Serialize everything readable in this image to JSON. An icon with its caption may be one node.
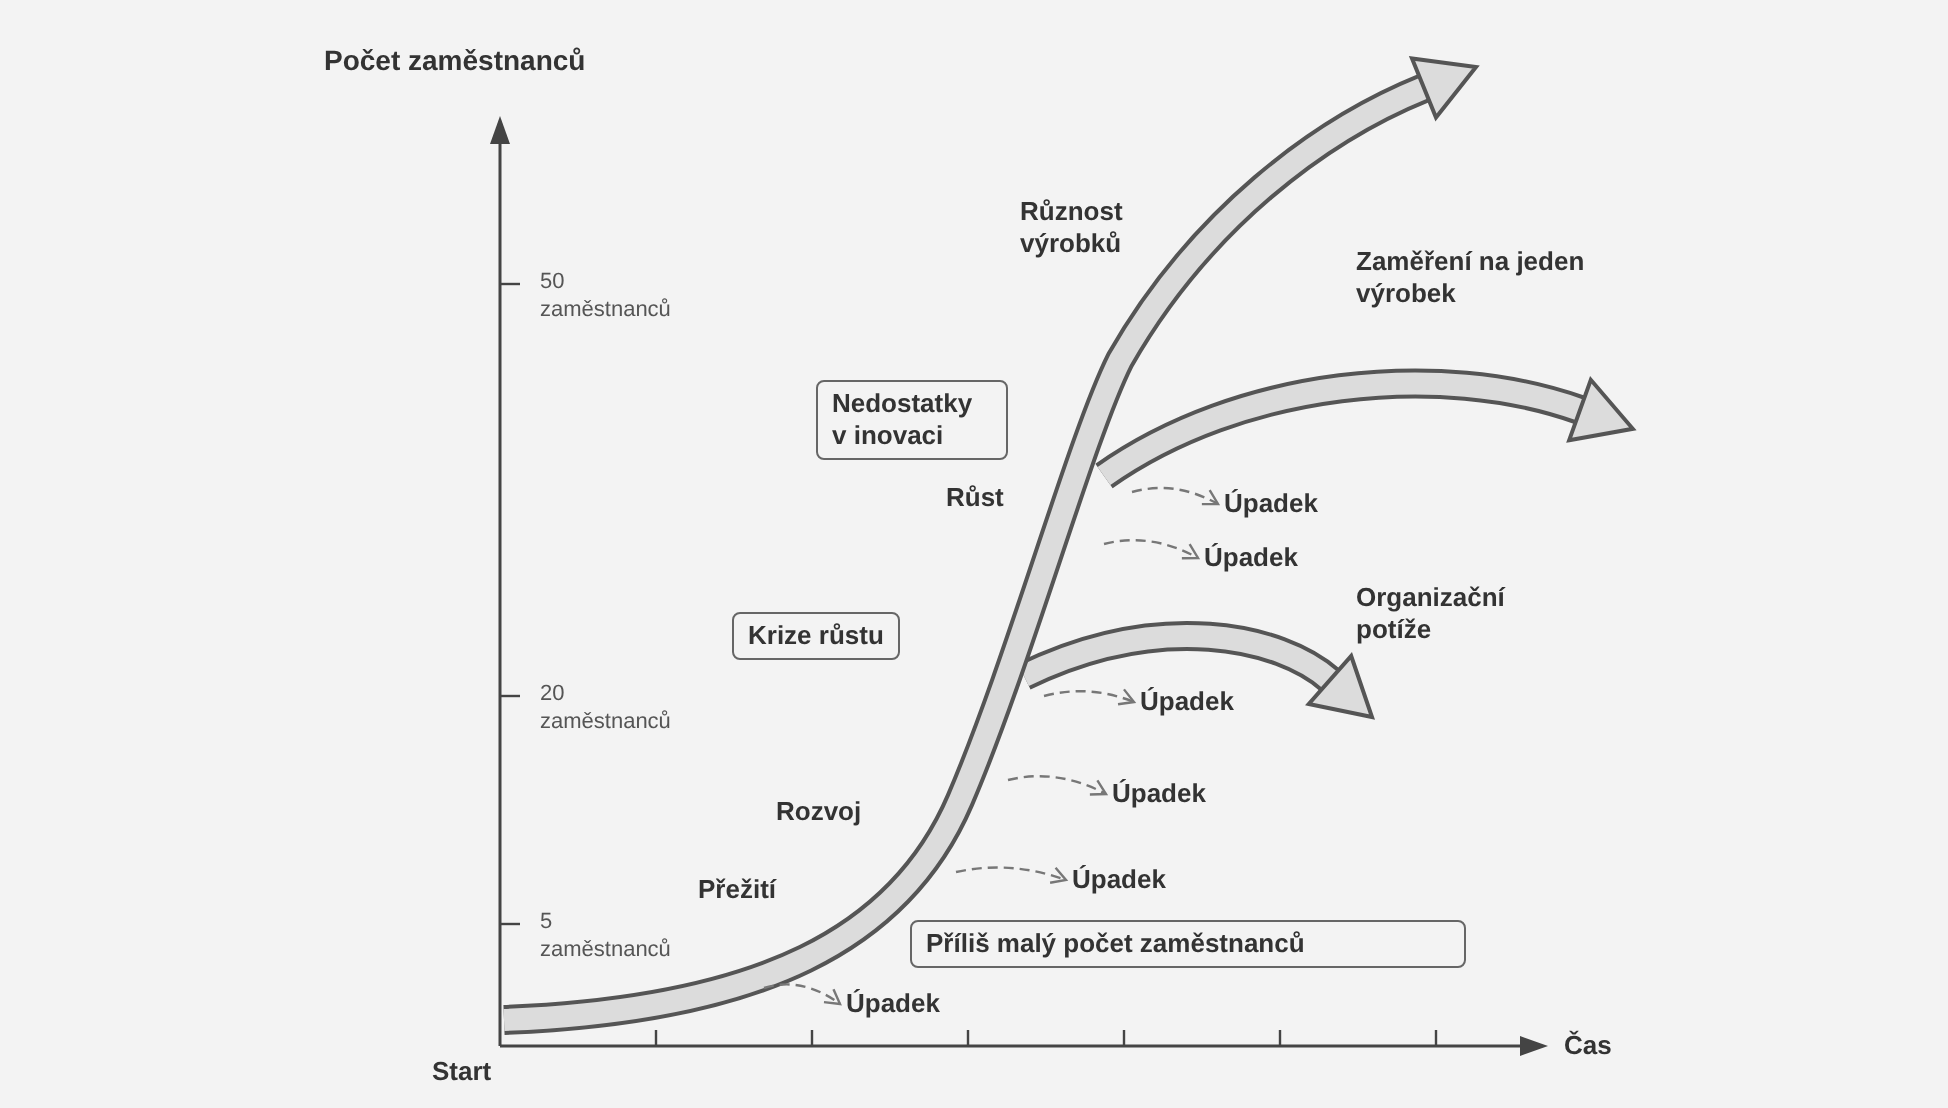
{
  "diagram": {
    "nodes": [
      {
        "text": [
          "Nedostatky v inovaci"
        ]
      },
      {
        "text": [
          "Úpadek"
        ]
      },
      {
        "text": [
          "Úpadek"
        ]
      },
      {
        "text": [
          "Krize růstu"
        ]
      },
      {
        "text": [
          "Úpadek"
        ]
      },
      {
        "text": [
          "Úpadek"
        ]
      },
      {
        "text": [
          "Úpadek"
        ]
      },
      {
        "text": [
          "Příliš malý počet zaměstnanců"
        ]
      },
      {
        "text": [
          "Úpadek"
        ]
      }
    ],
    "edges": [
      {
        "from": null,
        "to": 1,
        "arrow": "to",
        "style": "dashed"
      },
      {
        "from": null,
        "to": 2,
        "arrow": "to",
        "style": "dashed"
      },
      {
        "from": null,
        "to": 4,
        "arrow": "to",
        "style": "dashed"
      },
      {
        "from": null,
        "to": 5,
        "arrow": "to",
        "style": "dashed"
      },
      {
        "from": null,
        "to": 6,
        "arrow": "to",
        "style": "dashed"
      },
      {
        "from": null,
        "to": 8,
        "arrow": "to",
        "style": "dashed"
      }
    ],
    "labels": [
      "Počet zaměstnanců",
      "Různost výrobků",
      "50 zaměstnanců",
      "Zaměření na jeden výrobek",
      "Růst",
      "Organizační potíže",
      "20 zaměstnanců",
      "Rozvoj",
      "Přežití",
      "5 zaměstnanců",
      "Start",
      "Čas"
    ]
  }
}
